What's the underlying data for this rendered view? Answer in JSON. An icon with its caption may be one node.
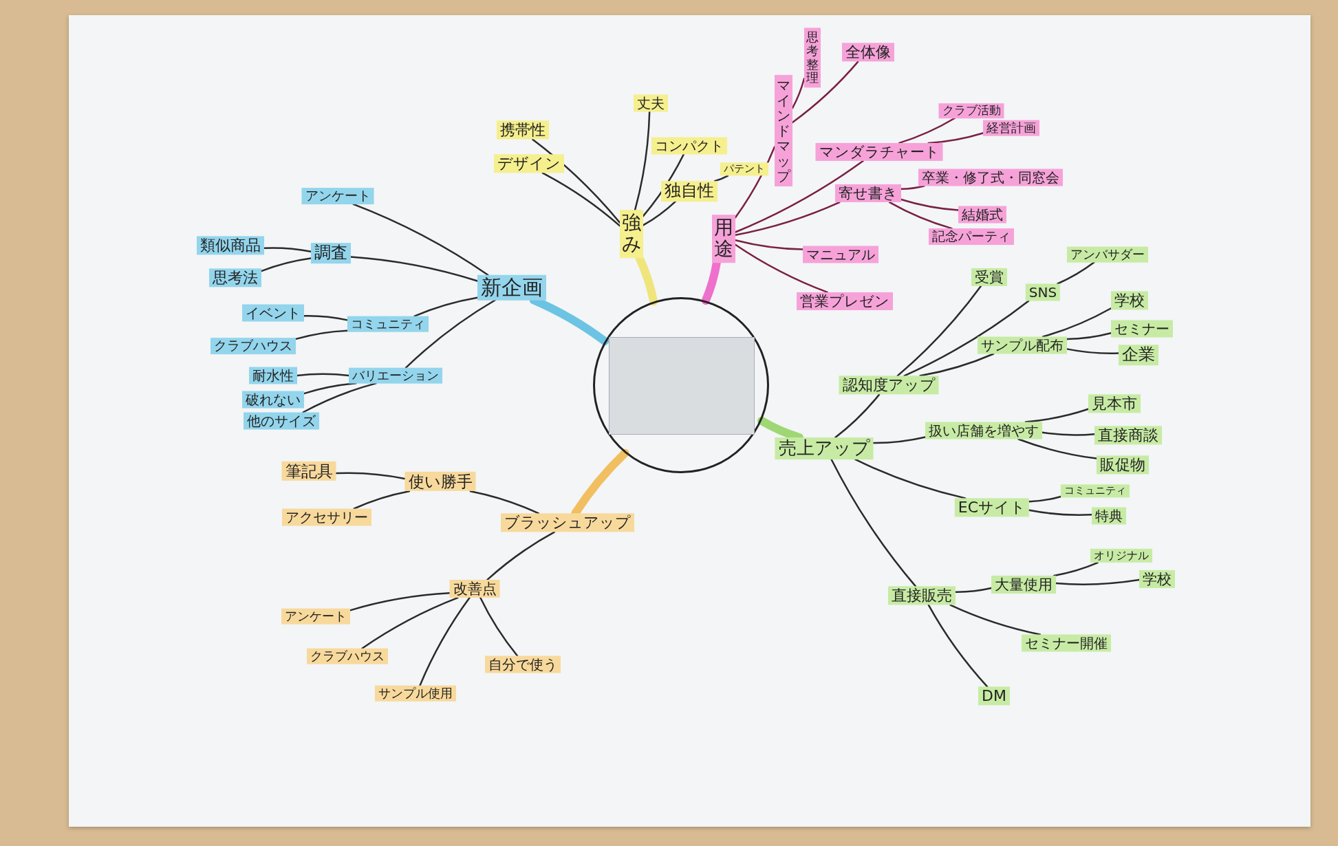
{
  "diagram": {
    "nodes": [
      {
        "text": [],
        "shape": "picture"
      },
      {
        "text": [
          "新企画"
        ]
      },
      {
        "text": [
          "調査"
        ]
      },
      {
        "text": [
          "類似商品"
        ]
      },
      {
        "text": [
          "思考法"
        ]
      },
      {
        "text": [
          "アンケート"
        ]
      },
      {
        "text": [
          "コミュニティ"
        ]
      },
      {
        "text": [
          "イベント"
        ]
      },
      {
        "text": [
          "クラブハウス"
        ]
      },
      {
        "text": [
          "バリエーション"
        ]
      },
      {
        "text": [
          "耐水性"
        ]
      },
      {
        "text": [
          "破れない"
        ]
      },
      {
        "text": [
          "他のサイズ"
        ]
      },
      {
        "text": [
          "強み"
        ]
      },
      {
        "text": [
          "携帯性"
        ]
      },
      {
        "text": [
          "デザイン"
        ]
      },
      {
        "text": [
          "丈夫"
        ]
      },
      {
        "text": [
          "コンパクト"
        ]
      },
      {
        "text": [
          "独自性"
        ]
      },
      {
        "text": [
          "パテント"
        ]
      },
      {
        "text": [
          "用途"
        ]
      },
      {
        "text": [
          "マインドマップ"
        ]
      },
      {
        "text": [
          "思考整理"
        ]
      },
      {
        "text": [
          "全体像"
        ]
      },
      {
        "text": [
          "マンダラチャート"
        ]
      },
      {
        "text": [
          "クラブ活動"
        ]
      },
      {
        "text": [
          "経営計画"
        ]
      },
      {
        "text": [
          "寄せ書き"
        ]
      },
      {
        "text": [
          "卒業・修了式・同窓会"
        ]
      },
      {
        "text": [
          "結婚式"
        ]
      },
      {
        "text": [
          "記念パーティ"
        ]
      },
      {
        "text": [
          "マニュアル"
        ]
      },
      {
        "text": [
          "営業プレゼン"
        ]
      },
      {
        "text": [
          "売上アップ"
        ]
      },
      {
        "text": [
          "認知度アップ"
        ]
      },
      {
        "text": [
          "受賞"
        ]
      },
      {
        "text": [
          "SNS"
        ]
      },
      {
        "text": [
          "アンバサダー"
        ]
      },
      {
        "text": [
          "サンプル配布"
        ]
      },
      {
        "text": [
          "学校"
        ]
      },
      {
        "text": [
          "セミナー"
        ]
      },
      {
        "text": [
          "企業"
        ]
      },
      {
        "text": [
          "扱い店舗を増やす"
        ]
      },
      {
        "text": [
          "見本市"
        ]
      },
      {
        "text": [
          "直接商談"
        ]
      },
      {
        "text": [
          "販促物"
        ]
      },
      {
        "text": [
          "ECサイト"
        ]
      },
      {
        "text": [
          "コミュニティ"
        ]
      },
      {
        "text": [
          "特典"
        ]
      },
      {
        "text": [
          "直接販売"
        ]
      },
      {
        "text": [
          "大量使用"
        ]
      },
      {
        "text": [
          "オリジナル"
        ]
      },
      {
        "text": [
          "学校"
        ]
      },
      {
        "text": [
          "セミナー開催"
        ]
      },
      {
        "text": [
          "DM"
        ]
      },
      {
        "text": [
          "ブラッシュアップ"
        ]
      },
      {
        "text": [
          "使い勝手"
        ]
      },
      {
        "text": [
          "筆記具"
        ]
      },
      {
        "text": [
          "アクセサリー"
        ]
      },
      {
        "text": [
          "改善点"
        ]
      },
      {
        "text": [
          "アンケート"
        ]
      },
      {
        "text": [
          "クラブハウス"
        ]
      },
      {
        "text": [
          "サンプル使用"
        ]
      },
      {
        "text": [
          "自分で使う"
        ]
      }
    ],
    "edges": [
      {
        "from": 0,
        "to": 1,
        "arrow": "none",
        "style": "thick",
        "color": "#6cc3e3"
      },
      {
        "from": 1,
        "to": 2,
        "arrow": "none"
      },
      {
        "from": 2,
        "to": 3,
        "arrow": "none"
      },
      {
        "from": 2,
        "to": 4,
        "arrow": "none"
      },
      {
        "from": 1,
        "to": 5,
        "arrow": "none"
      },
      {
        "from": 1,
        "to": 6,
        "arrow": "none"
      },
      {
        "from": 6,
        "to": 7,
        "arrow": "none"
      },
      {
        "from": 6,
        "to": 8,
        "arrow": "none"
      },
      {
        "from": 1,
        "to": 9,
        "arrow": "none"
      },
      {
        "from": 9,
        "to": 10,
        "arrow": "none"
      },
      {
        "from": 9,
        "to": 11,
        "arrow": "none"
      },
      {
        "from": 9,
        "to": 12,
        "arrow": "none"
      },
      {
        "from": 0,
        "to": 13,
        "arrow": "none",
        "style": "thick",
        "color": "#efe57a"
      },
      {
        "from": 13,
        "to": 14,
        "arrow": "none"
      },
      {
        "from": 13,
        "to": 15,
        "arrow": "none"
      },
      {
        "from": 13,
        "to": 16,
        "arrow": "none"
      },
      {
        "from": 13,
        "to": 17,
        "arrow": "none"
      },
      {
        "from": 13,
        "to": 18,
        "arrow": "none"
      },
      {
        "from": 18,
        "to": 19,
        "arrow": "none"
      },
      {
        "from": 0,
        "to": 20,
        "arrow": "none",
        "style": "thick",
        "color": "#ef6fcc"
      },
      {
        "from": 20,
        "to": 21,
        "arrow": "none",
        "color": "#7a1f45"
      },
      {
        "from": 21,
        "to": 22,
        "arrow": "none",
        "color": "#7a1f45"
      },
      {
        "from": 21,
        "to": 23,
        "arrow": "none",
        "color": "#7a1f45"
      },
      {
        "from": 20,
        "to": 24,
        "arrow": "none",
        "color": "#7a1f45"
      },
      {
        "from": 24,
        "to": 25,
        "arrow": "none",
        "color": "#7a1f45"
      },
      {
        "from": 24,
        "to": 26,
        "arrow": "none",
        "color": "#7a1f45"
      },
      {
        "from": 20,
        "to": 27,
        "arrow": "none",
        "color": "#7a1f45"
      },
      {
        "from": 27,
        "to": 28,
        "arrow": "none",
        "color": "#7a1f45"
      },
      {
        "from": 27,
        "to": 29,
        "arrow": "none",
        "color": "#7a1f45"
      },
      {
        "from": 27,
        "to": 30,
        "arrow": "none",
        "color": "#7a1f45"
      },
      {
        "from": 20,
        "to": 31,
        "arrow": "none",
        "color": "#7a1f45"
      },
      {
        "from": 20,
        "to": 32,
        "arrow": "none",
        "color": "#7a1f45"
      },
      {
        "from": 0,
        "to": 33,
        "arrow": "none",
        "style": "thick",
        "color": "#9fd774"
      },
      {
        "from": 33,
        "to": 34,
        "arrow": "none"
      },
      {
        "from": 34,
        "to": 35,
        "arrow": "none"
      },
      {
        "from": 34,
        "to": 36,
        "arrow": "none"
      },
      {
        "from": 36,
        "to": 37,
        "arrow": "none"
      },
      {
        "from": 34,
        "to": 38,
        "arrow": "none"
      },
      {
        "from": 38,
        "to": 39,
        "arrow": "none"
      },
      {
        "from": 38,
        "to": 40,
        "arrow": "none"
      },
      {
        "from": 38,
        "to": 41,
        "arrow": "none"
      },
      {
        "from": 33,
        "to": 42,
        "arrow": "none"
      },
      {
        "from": 42,
        "to": 43,
        "arrow": "none"
      },
      {
        "from": 42,
        "to": 44,
        "arrow": "none"
      },
      {
        "from": 42,
        "to": 45,
        "arrow": "none"
      },
      {
        "from": 33,
        "to": 46,
        "arrow": "none"
      },
      {
        "from": 46,
        "to": 47,
        "arrow": "none"
      },
      {
        "from": 46,
        "to": 48,
        "arrow": "none"
      },
      {
        "from": 33,
        "to": 49,
        "arrow": "none"
      },
      {
        "from": 49,
        "to": 50,
        "arrow": "none"
      },
      {
        "from": 50,
        "to": 51,
        "arrow": "none"
      },
      {
        "from": 50,
        "to": 52,
        "arrow": "none"
      },
      {
        "from": 49,
        "to": 53,
        "arrow": "none"
      },
      {
        "from": 49,
        "to": 54,
        "arrow": "none"
      },
      {
        "from": 0,
        "to": 55,
        "arrow": "none",
        "style": "thick",
        "color": "#f1bf5f"
      },
      {
        "from": 55,
        "to": 56,
        "arrow": "none"
      },
      {
        "from": 56,
        "to": 57,
        "arrow": "none"
      },
      {
        "from": 56,
        "to": 58,
        "arrow": "none"
      },
      {
        "from": 55,
        "to": 59,
        "arrow": "none"
      },
      {
        "from": 59,
        "to": 60,
        "arrow": "none"
      },
      {
        "from": 59,
        "to": 61,
        "arrow": "none"
      },
      {
        "from": 59,
        "to": 62,
        "arrow": "none"
      },
      {
        "from": 59,
        "to": 63,
        "arrow": "none"
      }
    ]
  }
}
